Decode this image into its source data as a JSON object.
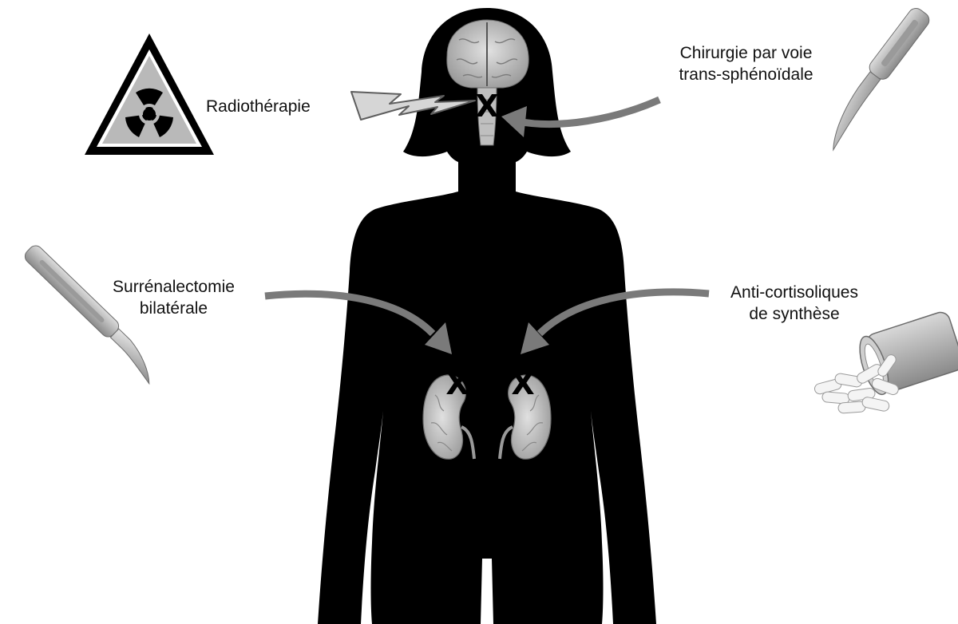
{
  "colors": {
    "background": "#ffffff",
    "silhouette": "#000000",
    "arrow": "#7a7a7a",
    "organ_gray": "#c8c8c8",
    "label_text": "#111111",
    "warning_sign": "#b9b9b9"
  },
  "treatments": {
    "radiotherapy": {
      "label_lines": [
        "Radiothérapie"
      ],
      "icon": "radiation-warning-icon"
    },
    "transsphenoidal_surgery": {
      "label_lines": [
        "Chirurgie par voie",
        "trans-sphénoïdale"
      ],
      "icon": "scalpel-icon"
    },
    "adrenalectomy": {
      "label_lines": [
        "Surrénalectomie",
        "bilatérale"
      ],
      "icon": "scalpel-icon"
    },
    "anticortisol_drugs": {
      "label_lines": [
        "Anti-cortisoliques",
        "de synthèse"
      ],
      "icon": "pill-bottle-icon"
    }
  },
  "targets": {
    "pituitary_mark": "X",
    "left_adrenal_mark": "X",
    "right_adrenal_mark": "X"
  },
  "figure": {
    "body": "female-silhouette",
    "organs": [
      "brain",
      "pituitary",
      "left-kidney-adrenal",
      "right-kidney-adrenal"
    ]
  }
}
